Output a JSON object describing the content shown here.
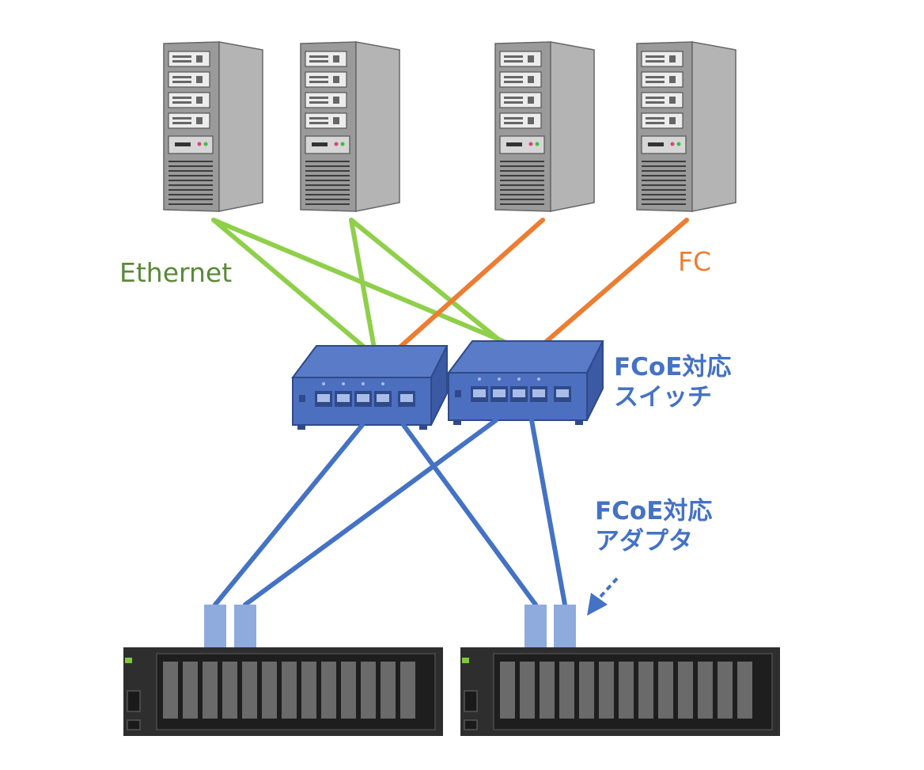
{
  "labels": {
    "ethernet": "Ethernet",
    "fc": "FC",
    "fcoe_switch_line1": "FCoE対応",
    "fcoe_switch_line2": "スイッチ",
    "fcoe_adapter_line1": "FCoE対応",
    "fcoe_adapter_line2": "アダプタ"
  },
  "colors": {
    "ethernet": "#8fcf4a",
    "ethernet_text": "#5a8a38",
    "fc": "#ec7d32",
    "fcoe": "#4472c4",
    "adapter": "#8faadc",
    "server_body": "#9c9c9c",
    "storage_body": "#333333"
  },
  "icons": {
    "servers": [
      "server-tower-icon",
      "server-tower-icon",
      "server-tower-icon",
      "server-tower-icon"
    ],
    "switches": [
      "network-switch-icon",
      "network-switch-icon"
    ],
    "storage": [
      "storage-array-icon",
      "storage-array-icon"
    ]
  }
}
